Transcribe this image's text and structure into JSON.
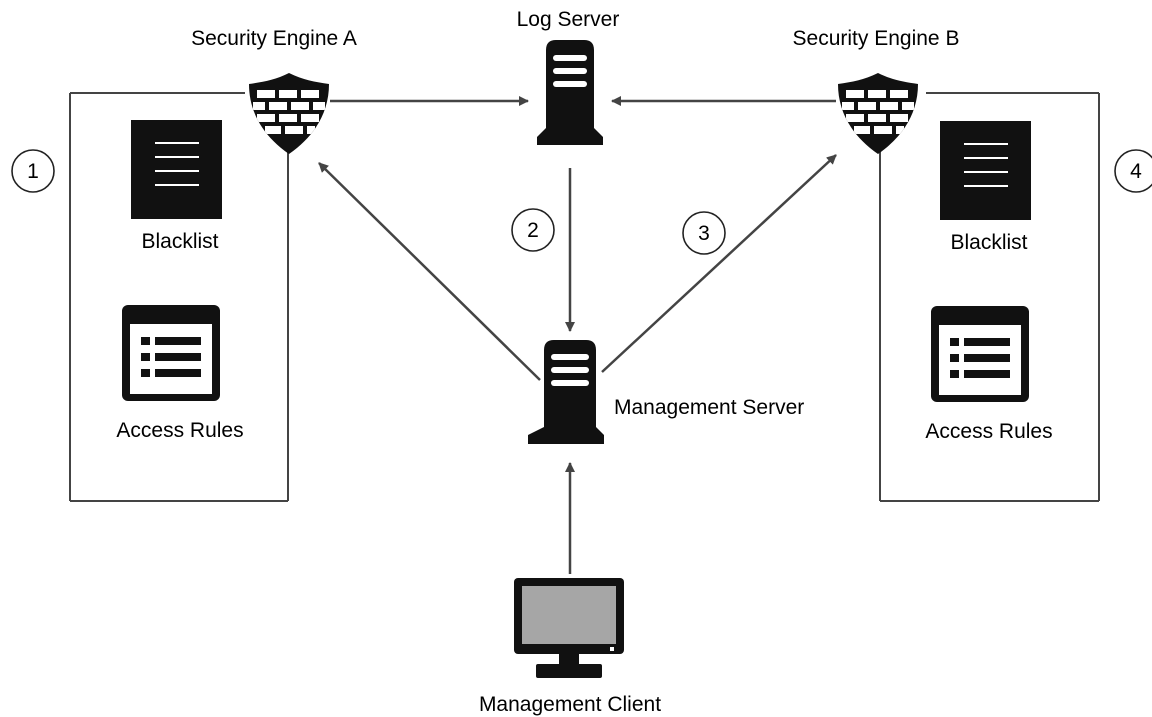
{
  "nodes": {
    "security_engine_a": "Security Engine A",
    "log_server": "Log Server",
    "security_engine_b": "Security Engine B",
    "management_server": "Management Server",
    "management_client": "Management Client"
  },
  "panel_a": {
    "blacklist": "Blacklist",
    "access_rules": "Access Rules"
  },
  "panel_b": {
    "blacklist": "Blacklist",
    "access_rules": "Access Rules"
  },
  "steps": {
    "one": "1",
    "two": "2",
    "three": "3",
    "four": "4"
  },
  "colors": {
    "icon": "#111111",
    "line": "#444444",
    "screen": "#a6a6a6"
  }
}
